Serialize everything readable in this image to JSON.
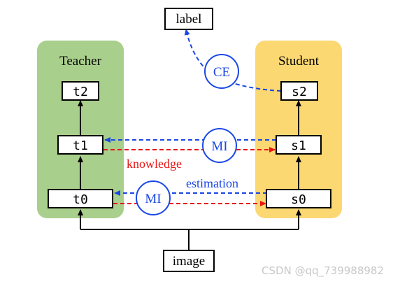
{
  "title": "",
  "panels": {
    "teacher": {
      "label": "Teacher",
      "color": "#a9cf8c"
    },
    "student": {
      "label": "Student",
      "color": "#fbd872"
    }
  },
  "nodes": {
    "label": "label",
    "image": "image",
    "t0": "t0",
    "t1": "t1",
    "t2": "t2",
    "s0": "s0",
    "s1": "s1",
    "s2": "s2"
  },
  "circles": {
    "ce": "CE",
    "mi_top": "MI",
    "mi_bottom": "MI"
  },
  "annotations": {
    "knowledge": "knowledge",
    "estimation": "estimation"
  },
  "watermark": "CSDN @qq_739988982",
  "colors": {
    "blue": "#1a47e6",
    "red": "#e81616",
    "black": "#000000"
  }
}
